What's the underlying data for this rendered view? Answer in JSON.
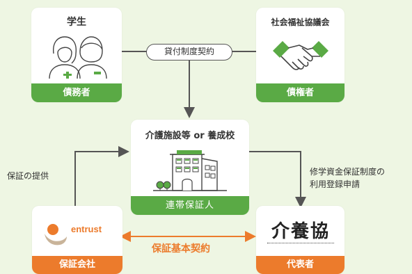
{
  "student": {
    "title": "学生",
    "role": "債務者"
  },
  "welfare": {
    "title": "社会福祉協議会",
    "role": "債権者"
  },
  "contract_label": "貸付制度契約",
  "facility": {
    "title": "介護施設等 or 養成校",
    "role": "連帯保証人"
  },
  "provide_label": "保証の提供",
  "register_label": [
    "修学資金保証制度の",
    "利用登録申請"
  ],
  "guarantor": {
    "logo_text": "entrust",
    "role": "保証会社"
  },
  "basic_contract_label": "保証基本契約",
  "rep": {
    "logo_text": "介養協",
    "role": "代表者"
  },
  "colors": {
    "green": "#5aaa45",
    "orange": "#ec7b2c",
    "background": "#eef6e3"
  }
}
